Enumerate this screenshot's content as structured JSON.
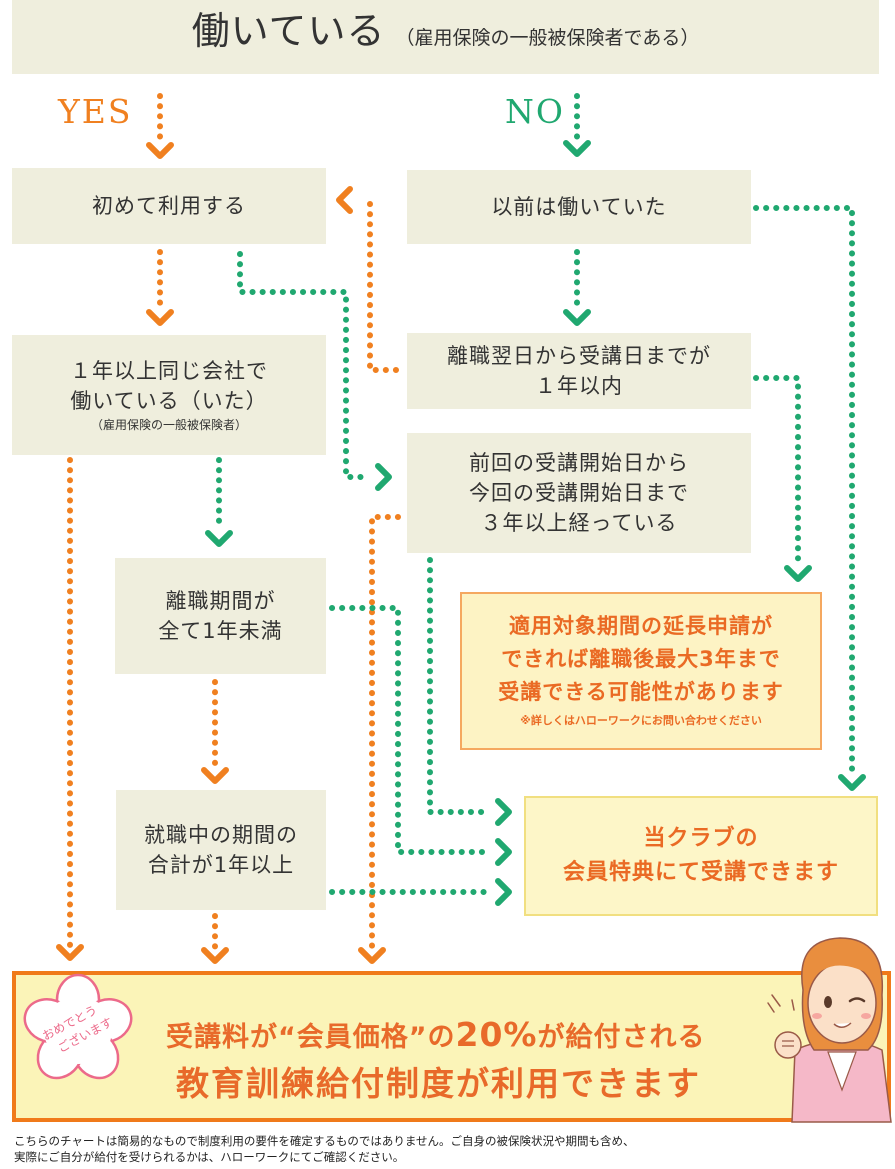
{
  "top": {
    "main": "働いている",
    "sub": "（雇用保険の一般被保険者である）"
  },
  "labels": {
    "yes": "YES",
    "no": "NO"
  },
  "boxes": {
    "first_use": "初めて利用する",
    "previously_worked": "以前は働いていた",
    "same_company": {
      "line1": "１年以上同じ会社で",
      "line2": "働いている（いた）",
      "note": "（雇用保険の一般被保険者）"
    },
    "within_one_year": {
      "line1": "離職翌日から受講日までが",
      "line2": "１年以内"
    },
    "three_years": {
      "line1": "前回の受講開始日から",
      "line2": "今回の受講開始日まで",
      "line3": "３年以上経っている"
    },
    "all_under_one": {
      "line1": "離職期間が",
      "line2": "全て1年未満"
    },
    "total_over_one": {
      "line1": "就職中の期間の",
      "line2": "合計が1年以上"
    },
    "extension": {
      "line1": "適用対象期間の延長申請が",
      "line2": "できれば離職後最大3年まで",
      "line3": "受講できる可能性があります",
      "note": "※詳しくはハローワークにお問い合わせください"
    },
    "club": {
      "line1": "当クラブの",
      "line2": "会員特典にて受講できます"
    }
  },
  "result": {
    "line1_a": "受講料が“会員価格”の",
    "line1_pct": "20%",
    "line1_b": "が給付される",
    "line2": "教育訓練給付制度が利用できます",
    "badge": {
      "line1": "おめでとう",
      "line2": "ございます"
    }
  },
  "disclaimer": {
    "line1": "こちらのチャートは簡易的なもので制度利用の要件を確定するものではありません。ご自身の被保険状況や期間も含め、",
    "line2": "実際にご自分が給付を受けられるかは、ハローワークにてご確認ください。"
  },
  "colors": {
    "orange": "#f08020",
    "green": "#20a870",
    "box_bg": "#efeedd",
    "result_border": "#f07a1a",
    "text_accent": "#ea6a24"
  }
}
